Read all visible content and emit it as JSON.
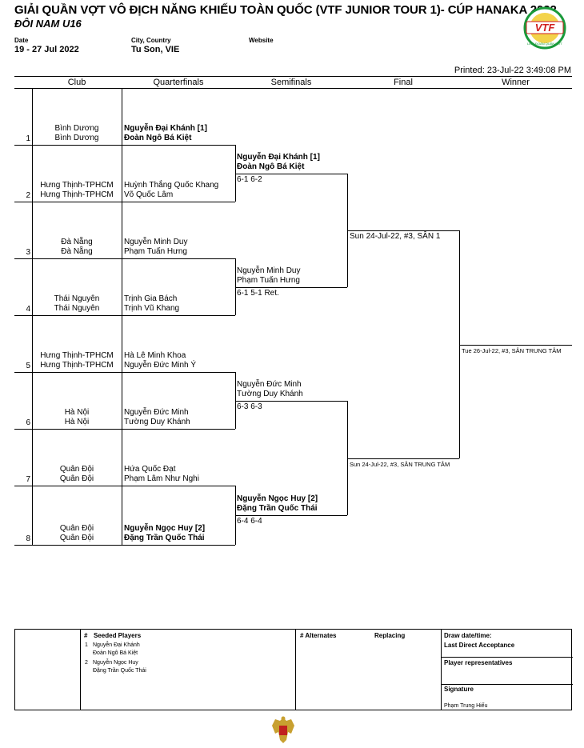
{
  "header": {
    "title": "GIẢI QUẦN VỢT VÔ ĐỊCH NĂNG KHIẾU TOÀN QUỐC (VTF JUNIOR TOUR 1)- CÚP HANAKA 2022",
    "subtitle": "ĐÔI NAM U16",
    "date_label": "Date",
    "date_value": "19 - 27 Jul 2022",
    "city_label": "City, Country",
    "city_value": "Tu Son, VIE",
    "website_label": "Website",
    "printed": "Printed: 23-Jul-22 3:49:08 PM",
    "logo_text": "VTF",
    "logo_caption": "LIÊN ĐOÀN QUẦN VỢT"
  },
  "columns": {
    "club": "Club",
    "quarterfinals": "Quarterfinals",
    "semifinals": "Semifinals",
    "final": "Final",
    "winner": "Winner"
  },
  "entries": [
    {
      "seed": "1",
      "club1": "Bình Dương",
      "club2": "Bình Dương",
      "p1": "Nguyễn Đại Khánh [1]",
      "p2": "Đoàn Ngô Bá Kiệt"
    },
    {
      "seed": "2",
      "club1": "Hưng Thịnh-TPHCM",
      "club2": "Hưng Thịnh-TPHCM",
      "p1": "Huỳnh Thắng Quốc Khang",
      "p2": "Võ Quốc Lâm"
    },
    {
      "seed": "3",
      "club1": "Đà Nẵng",
      "club2": "Đà Nẵng",
      "p1": "Nguyễn Minh Duy",
      "p2": "Phạm Tuấn Hưng"
    },
    {
      "seed": "4",
      "club1": "Thái Nguyên",
      "club2": "Thái Nguyên",
      "p1": "Trịnh Gia Bách",
      "p2": "Trịnh Vũ Khang"
    },
    {
      "seed": "5",
      "club1": "Hưng Thịnh-TPHCM",
      "club2": "Hưng Thịnh-TPHCM",
      "p1": "Hà Lê Minh Khoa",
      "p2": "Nguyễn Đức Minh Ý"
    },
    {
      "seed": "6",
      "club1": "Hà Nội",
      "club2": "Hà Nội",
      "p1": "Nguyễn Đức Minh",
      "p2": "Tường Duy Khánh"
    },
    {
      "seed": "7",
      "club1": "Quân Đội",
      "club2": "Quân Đội",
      "p1": "Hứa Quốc Đạt",
      "p2": "Phạm Lâm Như Nghi"
    },
    {
      "seed": "8",
      "club1": "Quân Đội",
      "club2": "Quân Đội",
      "p1": "Nguyễn Ngọc Huy [2]",
      "p2": "Đặng Trần Quốc Thái"
    }
  ],
  "semifinals": [
    {
      "p1": "Nguyễn Đại Khánh [1]",
      "p2": "Đoàn Ngô Bá Kiệt",
      "score": "6-1 6-2"
    },
    {
      "p1": "Nguyễn Minh Duy",
      "p2": "Phạm Tuấn Hưng",
      "score": "6-1 5-1 Ret."
    },
    {
      "p1": "Nguyễn Đức Minh",
      "p2": "Tường Duy Khánh",
      "score": "6-3 6-3"
    },
    {
      "p1": "Nguyễn Ngọc Huy [2]",
      "p2": "Đặng Trần Quốc Thái",
      "score": "6-4 6-4"
    }
  ],
  "final_schedule": [
    "Sun 24-Jul-22, #3, SÂN 1",
    "Sun 24-Jul-22, #3, SÂN TRUNG TÂM"
  ],
  "winner_schedule": "Tue 26-Jul-22, #3, SÂN TRUNG TÂM",
  "footer": {
    "seeded_hash": "#",
    "seeded_title": "Seeded Players",
    "seeded": [
      {
        "num": "1",
        "p1": "Nguyễn Đại Khánh",
        "p2": "Đoàn Ngô Bá Kiệt"
      },
      {
        "num": "2",
        "p1": "Nguyễn Ngọc Huy",
        "p2": "Đặng Trần Quốc Thái"
      }
    ],
    "alternates": "# Alternates",
    "replacing": "Replacing",
    "draw_date": "Draw date/time:",
    "last_direct": "Last Direct Acceptance",
    "player_reps": "Player representatives",
    "signature": "Signature",
    "signer": "Phạm Trung Hiếu"
  }
}
